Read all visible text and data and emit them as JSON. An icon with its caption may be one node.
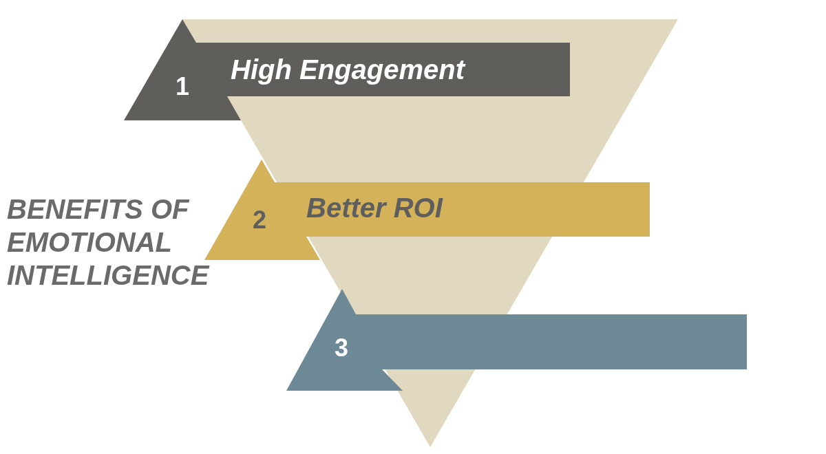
{
  "diagram": {
    "title": "BENEFITS OF EMOTIONAL INTELLIGENCE",
    "nodes": [
      {
        "text": [
          "1",
          "High Engagement"
        ]
      },
      {
        "text": [
          "2",
          "Better ROI"
        ]
      },
      {
        "text": [
          "3"
        ]
      }
    ],
    "edges": []
  }
}
